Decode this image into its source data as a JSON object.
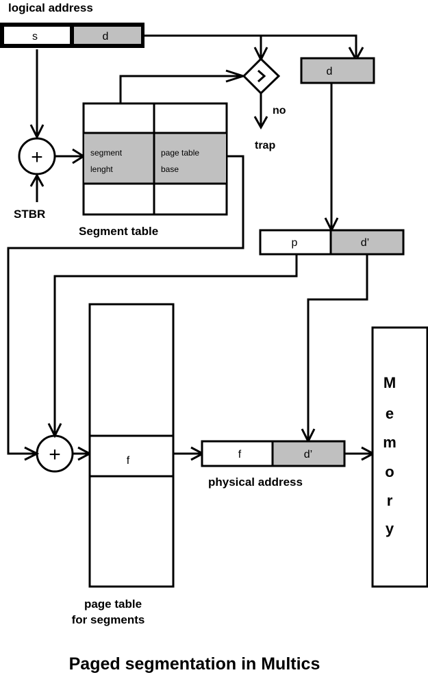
{
  "title": "Paged segmentation in Multics",
  "logical_address": {
    "label": "logical address",
    "s": "s",
    "d": "d"
  },
  "stbr_label": "STBR",
  "adder_symbol": "+",
  "segment_table": {
    "label": "Segment table",
    "entry_left_line1": "segment",
    "entry_left_line2": "lenght",
    "entry_right_line1": "page table",
    "entry_right_line2": "base"
  },
  "compare": {
    "symbol": ">",
    "no_label": "no",
    "trap_label": "trap"
  },
  "d_box": "d",
  "pd_box": {
    "p": "p",
    "d_prime": "d’"
  },
  "page_table": {
    "entry": "f",
    "label_line1": "page table",
    "label_line2": "for segments"
  },
  "physical_address": {
    "label": "physical address",
    "f": "f",
    "d_prime": "d’"
  },
  "memory_letters": [
    "M",
    "e",
    "m",
    "o",
    "r",
    "y"
  ],
  "colors": {
    "shaded": "#c0c0c0",
    "line": "#000000"
  }
}
